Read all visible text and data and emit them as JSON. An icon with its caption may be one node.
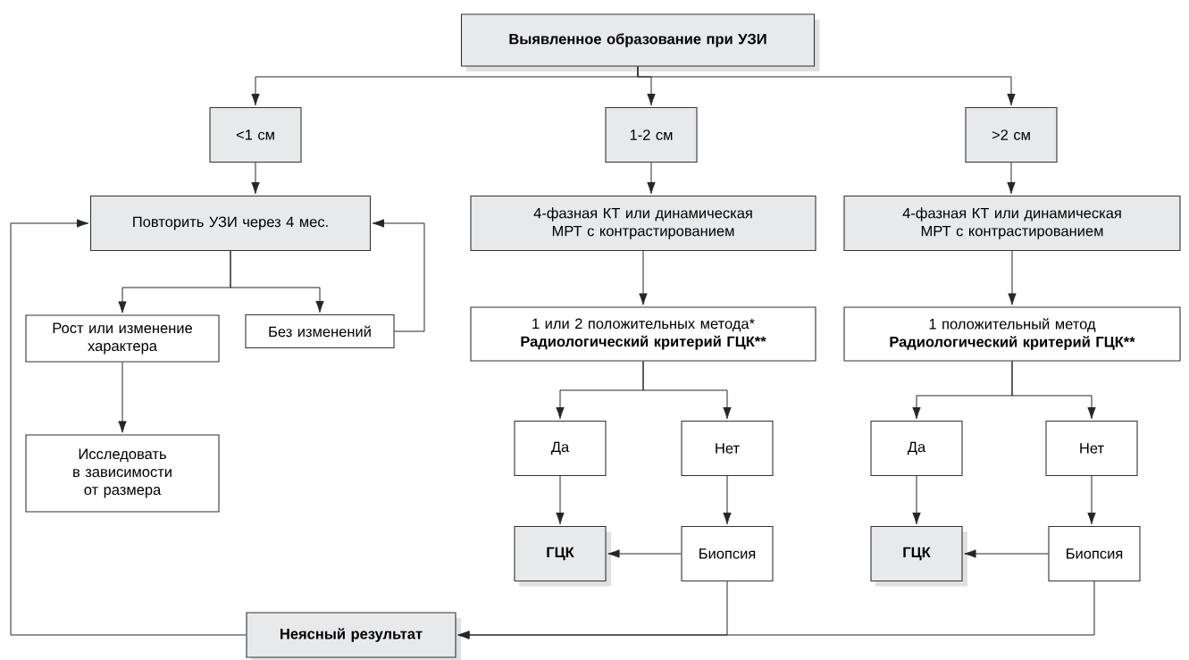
{
  "diagram": {
    "nodes": [
      {
        "text": [
          "Выявленное образование при УЗИ"
        ]
      },
      {
        "text": [
          "<1 см"
        ]
      },
      {
        "text": [
          "1-2 см"
        ]
      },
      {
        "text": [
          ">2 см"
        ]
      },
      {
        "text": [
          "Повторить УЗИ через 4 мес."
        ]
      },
      {
        "text": [
          "4-фазная КТ или динамическая МРТ с контрастированием"
        ]
      },
      {
        "text": [
          "4-фазная КТ или динамическая МРТ с контрастированием"
        ]
      },
      {
        "text": [
          "Рост или изменение характера"
        ]
      },
      {
        "text": [
          "Без изменений"
        ]
      },
      {
        "text": [
          "1 или 2 положительных метода*",
          "Радиологический критерий ГЦК**"
        ]
      },
      {
        "text": [
          "1 положительный метод",
          "Радиологический критерий ГЦК**"
        ]
      },
      {
        "text": [
          "Исследовать в зависимости от размера"
        ]
      },
      {
        "text": [
          "Да"
        ]
      },
      {
        "text": [
          "Нет"
        ]
      },
      {
        "text": [
          "Да"
        ]
      },
      {
        "text": [
          "Нет"
        ]
      },
      {
        "text": [
          "ГЦК"
        ]
      },
      {
        "text": [
          "Биопсия"
        ]
      },
      {
        "text": [
          "ГЦК"
        ]
      },
      {
        "text": [
          "Биопсия"
        ]
      },
      {
        "text": [
          "Неясный результат"
        ]
      }
    ],
    "edges": [
      {
        "from": 0,
        "to": 1,
        "arrow": "to"
      },
      {
        "from": 0,
        "to": 2,
        "arrow": "to"
      },
      {
        "from": 0,
        "to": 3,
        "arrow": "to"
      },
      {
        "from": 1,
        "to": 4,
        "arrow": "to"
      },
      {
        "from": 2,
        "to": 5,
        "arrow": "to"
      },
      {
        "from": 3,
        "to": 6,
        "arrow": "to"
      },
      {
        "from": 4,
        "to": 7,
        "arrow": "to"
      },
      {
        "from": 4,
        "to": 8,
        "arrow": "to"
      },
      {
        "from": 8,
        "to": 4,
        "arrow": "to"
      },
      {
        "from": 7,
        "to": 11,
        "arrow": "to"
      },
      {
        "from": 5,
        "to": 9,
        "arrow": "to"
      },
      {
        "from": 6,
        "to": 10,
        "arrow": "to"
      },
      {
        "from": 9,
        "to": 12,
        "arrow": "to"
      },
      {
        "from": 9,
        "to": 13,
        "arrow": "to"
      },
      {
        "from": 10,
        "to": 14,
        "arrow": "to"
      },
      {
        "from": 10,
        "to": 15,
        "arrow": "to"
      },
      {
        "from": 12,
        "to": 16,
        "arrow": "to"
      },
      {
        "from": 13,
        "to": 17,
        "arrow": "to"
      },
      {
        "from": 14,
        "to": 18,
        "arrow": "to"
      },
      {
        "from": 15,
        "to": 19,
        "arrow": "to"
      },
      {
        "from": 17,
        "to": 16,
        "arrow": "to"
      },
      {
        "from": 19,
        "to": 18,
        "arrow": "to"
      },
      {
        "from": 17,
        "to": 20,
        "arrow": "to"
      },
      {
        "from": 19,
        "to": 20,
        "arrow": "to"
      },
      {
        "from": 20,
        "to": 4,
        "arrow": "to"
      }
    ]
  }
}
